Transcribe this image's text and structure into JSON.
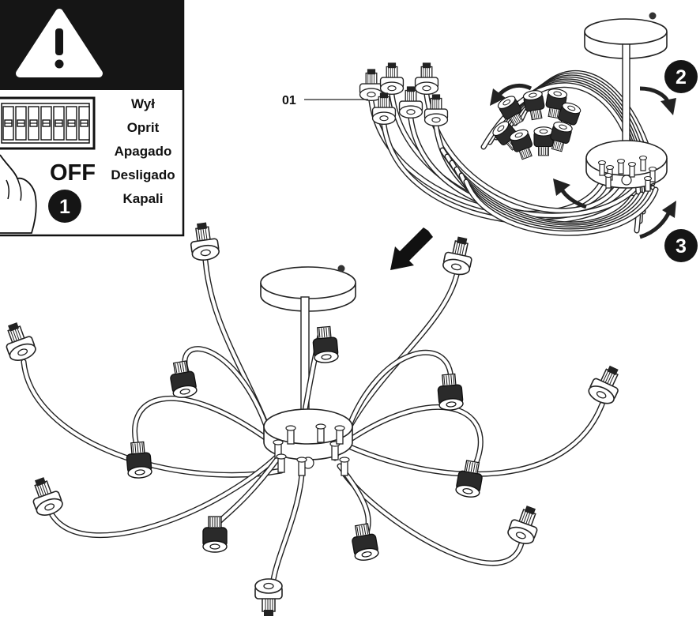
{
  "warning_panel": {
    "switch_state": "OFF",
    "step_number": "1",
    "words": [
      "Wył",
      "Oprit",
      "Apagado",
      "Desligado",
      "Kapali"
    ]
  },
  "callouts": {
    "part_label": "01",
    "step_two": "2",
    "step_three": "3"
  },
  "icons": {
    "warning": "warning-triangle-icon",
    "switch": "breaker-switch-icon",
    "hand": "pointing-hand-icon",
    "rotate": "curved-arrow-icon",
    "direction": "diagonal-arrow-icon"
  }
}
